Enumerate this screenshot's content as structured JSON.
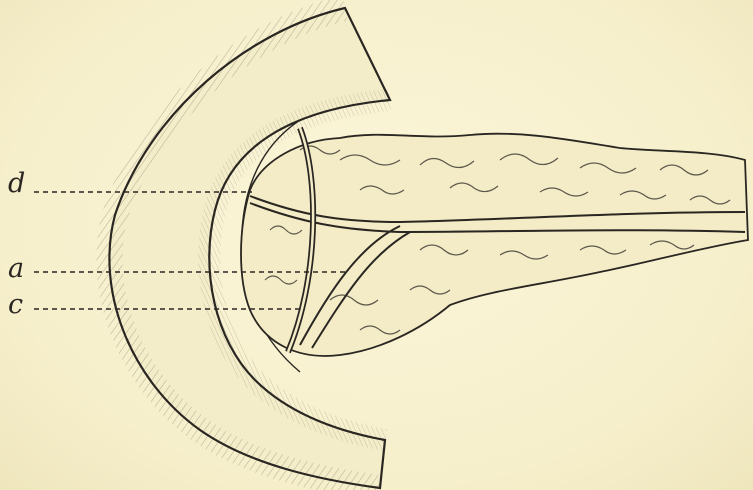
{
  "figure": {
    "labels": {
      "d": "d",
      "a": "a",
      "c": "c"
    },
    "colors": {
      "paper": "#f7f1cf",
      "ink": "#2a2622",
      "gland_fill": "#f3ecc7"
    }
  }
}
